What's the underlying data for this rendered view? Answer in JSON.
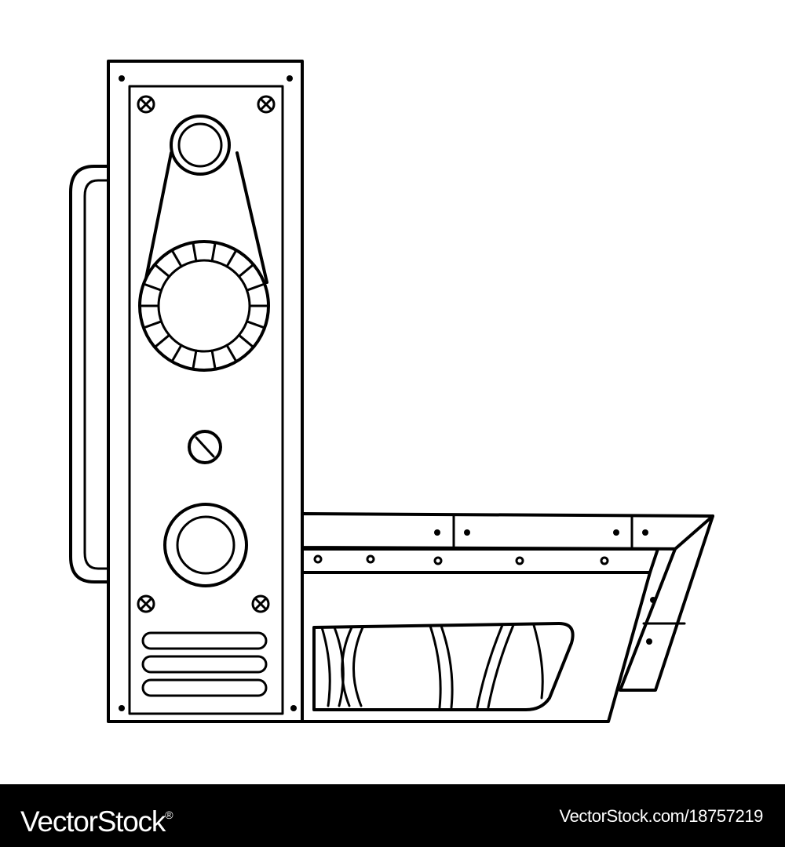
{
  "illustration": {
    "subject": "steampunk letter L",
    "ink_color": "#000000",
    "background_color": "#ffffff"
  },
  "footer": {
    "brand": "VectorStock",
    "brand_mark": "®",
    "image_id": "VectorStock.com/18757219",
    "background_color": "#000000",
    "text_color": "#ffffff"
  }
}
